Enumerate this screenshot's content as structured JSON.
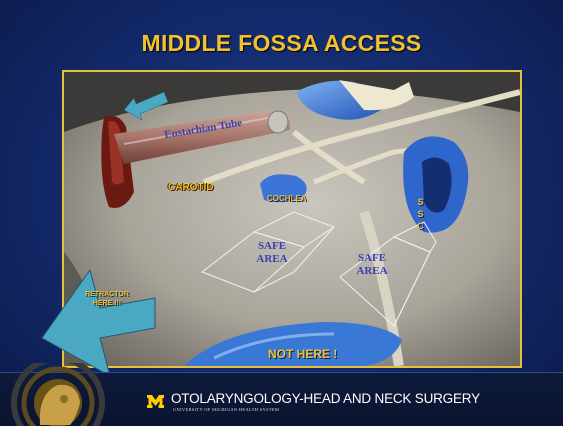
{
  "slide": {
    "title": "MIDDLE FOSSA ACCESS"
  },
  "figure": {
    "labels": {
      "eustachian_tube": "Eustachian Tube",
      "carotid": "CAROTID",
      "cochlea": "COCHLEA",
      "ssc": "SSC",
      "safe_area_1": "SAFE AREA",
      "safe_area_2": "SAFE AREA",
      "not_here": "NOT HERE !"
    }
  },
  "annotations": {
    "retractor": "RETRACTOR HERE !!!"
  },
  "footer": {
    "department": "OTOLARYNGOLOGY-HEAD AND NECK SURGERY",
    "subtitle": "UNIVERSITY OF MICHIGAN HEALTH SYSTEM"
  },
  "colors": {
    "title": "#f2c12e",
    "frame_border": "#e7c13a",
    "arrow": "#4aa8c2",
    "label_blue": "#3b3fb3",
    "slide_bg": "#13296a",
    "michigan_maize": "#ffcb05"
  }
}
